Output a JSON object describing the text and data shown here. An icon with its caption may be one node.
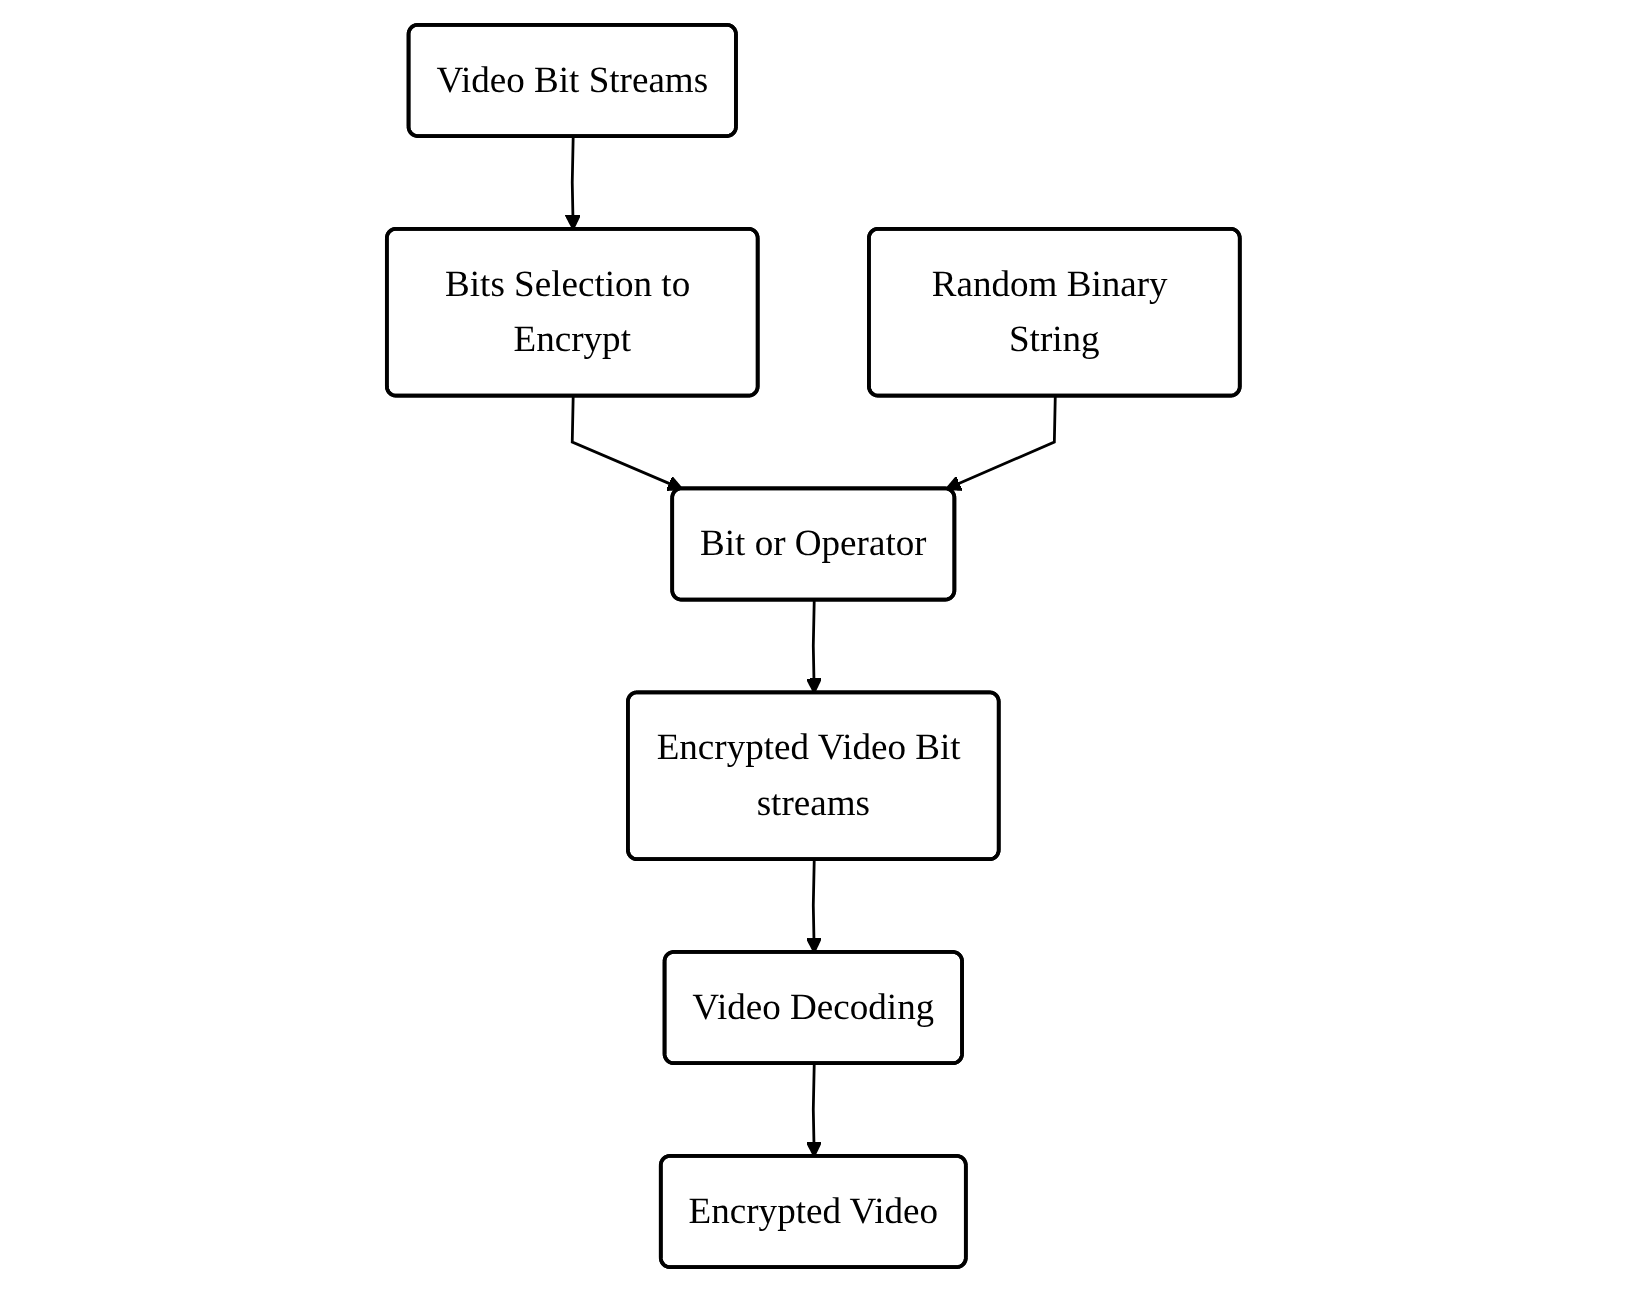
{
  "diagram": {
    "nodes": [
      {
        "text": [
          "Video Bit Streams"
        ]
      },
      {
        "text": [
          "Random Binary String"
        ]
      },
      {
        "text": [
          "Bits Selection to Encrypt"
        ]
      },
      {
        "text": [
          "Bit or Operator"
        ]
      },
      {
        "text": [
          "Encrypted Video Bit streams"
        ]
      },
      {
        "text": [
          "Video Decoding"
        ]
      },
      {
        "text": [
          "Encrypted Video"
        ]
      }
    ],
    "edges": [
      {
        "from": 0,
        "to": 2,
        "arrow": "to"
      },
      {
        "from": 2,
        "to": 3,
        "arrow": "to"
      },
      {
        "from": 1,
        "to": 3,
        "arrow": "to"
      },
      {
        "from": 3,
        "to": 4,
        "arrow": "to"
      },
      {
        "from": 4,
        "to": 5,
        "arrow": "to"
      },
      {
        "from": 5,
        "to": 6,
        "arrow": "to"
      }
    ]
  }
}
